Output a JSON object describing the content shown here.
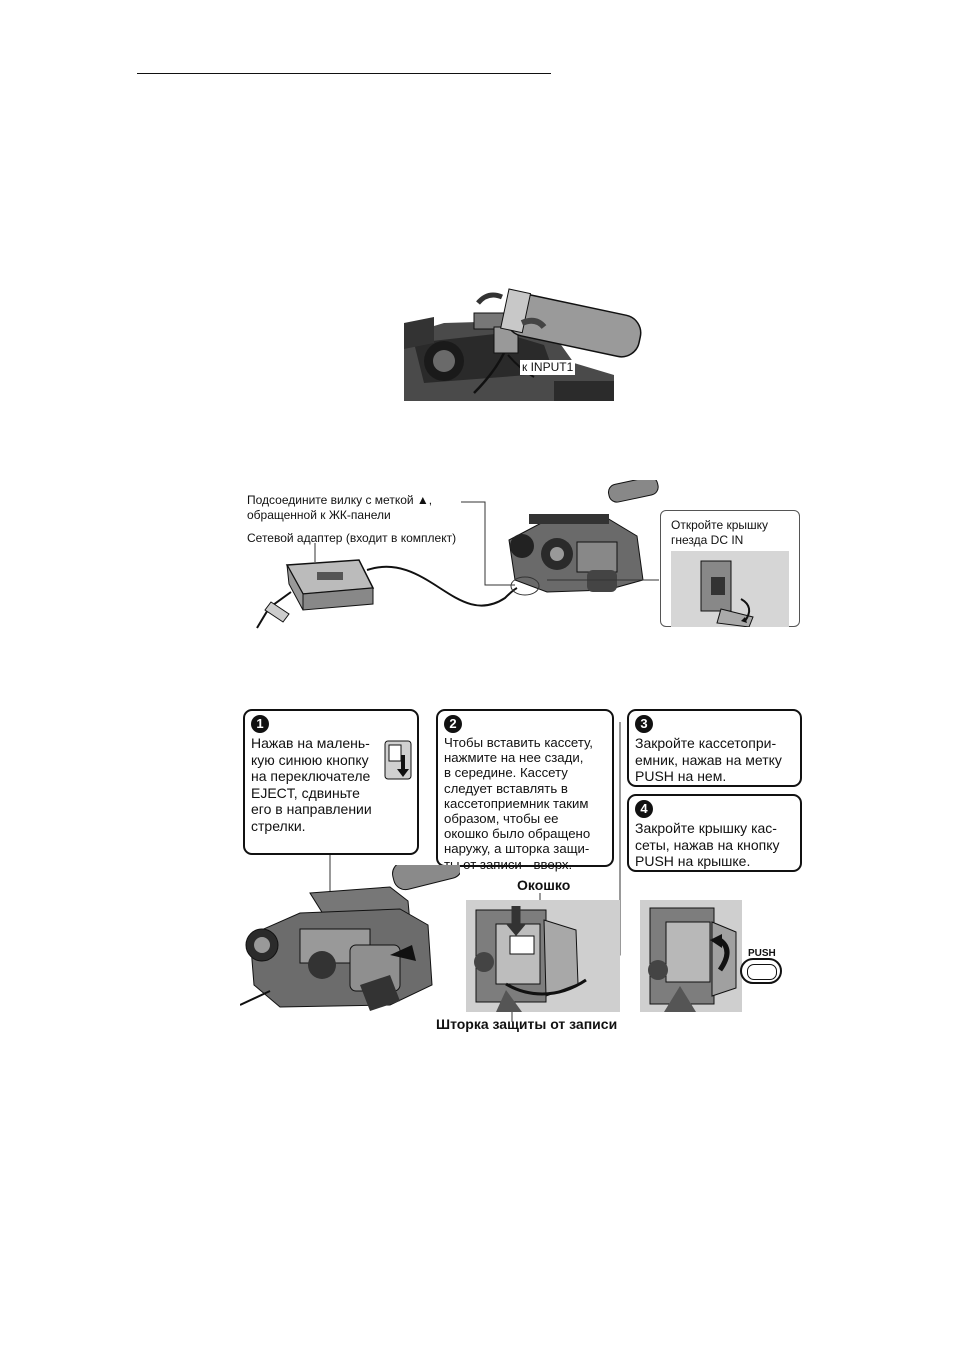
{
  "fig1": {
    "label_input1": "к INPUT1"
  },
  "fig2": {
    "plug_label_line1": "Подсоедините вилку с меткой ▲,",
    "plug_label_line2": "обращенной к ЖК-панели",
    "adapter_label": "Сетевой адаптер (входит в комплект)",
    "dc_label_line1": "Откройте крышку",
    "dc_label_line2": "гнезда DC IN"
  },
  "fig3": {
    "steps": [
      {
        "num": "1",
        "text": "Нажав на малень-\nкую синюю кнопку\nна переключателе\nEJECT, сдвиньте\nего в направлении\nстрелки."
      },
      {
        "num": "2",
        "text": "Чтобы вставить кассету,\nнажмите на нее сзади,\nв середине. Кассету\nследует вставлять в\nкассетоприемник таким\nобразом, чтобы ее\nокошко было обращено\nнаружу, а шторка защи-\nты от записи - вверх."
      },
      {
        "num": "3",
        "text": "Закройте кассетопри-\nемник, нажав на метку\nPUSH на нем."
      },
      {
        "num": "4",
        "text": "Закройте крышку кас-\nсеты, нажав на кнопку\nPUSH на крышке."
      }
    ],
    "window_label": "Окошко",
    "tab_label": "Шторка защиты от записи",
    "push_label": "PUSH"
  },
  "colors": {
    "ink": "#111111",
    "mid_gray": "#888888",
    "light_gray": "#cfcfcf",
    "paper": "#ffffff"
  }
}
